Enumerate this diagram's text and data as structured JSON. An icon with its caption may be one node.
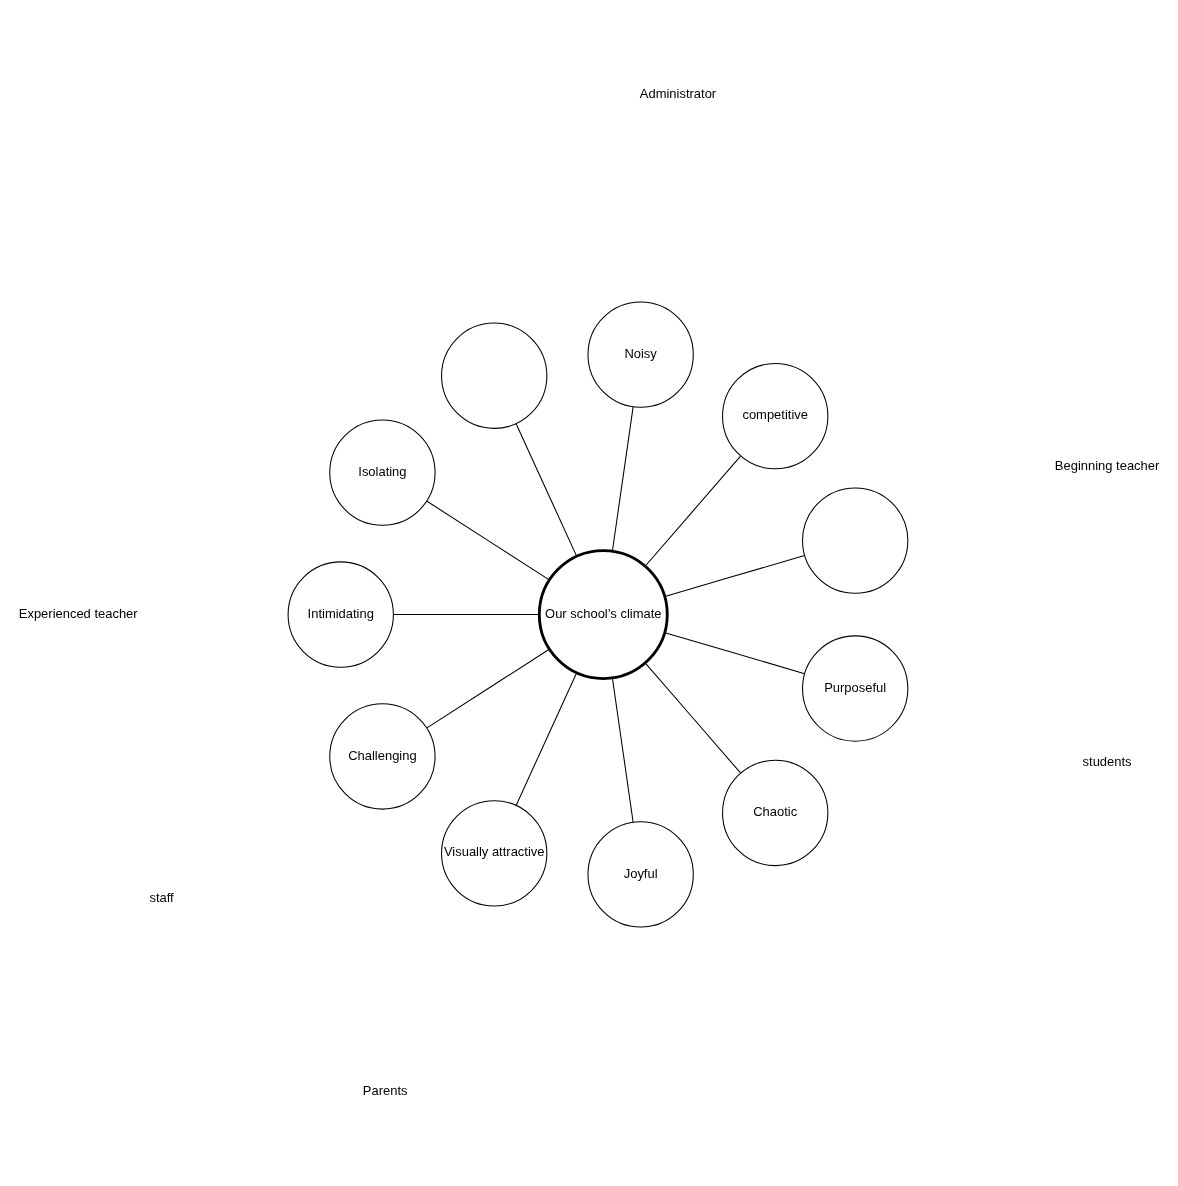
{
  "diagram": {
    "nodes": [
      {
        "text": [
          "Our school’s climate"
        ]
      },
      {
        "text": [],
        "shape": "circle"
      },
      {
        "text": [
          "competitive"
        ]
      },
      {
        "text": [
          "Noisy"
        ]
      },
      {
        "text": [],
        "shape": "circle"
      },
      {
        "text": [
          "Isolating"
        ]
      },
      {
        "text": [
          "Intimidating"
        ]
      },
      {
        "text": [
          "Challenging"
        ]
      },
      {
        "text": [
          "Visually attractive"
        ]
      },
      {
        "text": [
          "Joyful"
        ]
      },
      {
        "text": [
          "Chaotic"
        ]
      },
      {
        "text": [
          "Purposeful"
        ]
      }
    ],
    "edges": [
      {
        "from": 0,
        "to": 1,
        "arrow": "none"
      },
      {
        "from": 0,
        "to": 2,
        "arrow": "none"
      },
      {
        "from": 0,
        "to": 3,
        "arrow": "none"
      },
      {
        "from": 0,
        "to": 4,
        "arrow": "none"
      },
      {
        "from": 0,
        "to": 5,
        "arrow": "none"
      },
      {
        "from": 0,
        "to": 6,
        "arrow": "none"
      },
      {
        "from": 0,
        "to": 7,
        "arrow": "none"
      },
      {
        "from": 0,
        "to": 8,
        "arrow": "none"
      },
      {
        "from": 0,
        "to": 9,
        "arrow": "none"
      },
      {
        "from": 0,
        "to": 10,
        "arrow": "none"
      },
      {
        "from": 0,
        "to": 11,
        "arrow": "none"
      }
    ],
    "labels": [
      "Beginning teacher",
      "Administrator",
      "students",
      "Parents",
      "Experienced teacher",
      "staff"
    ]
  }
}
